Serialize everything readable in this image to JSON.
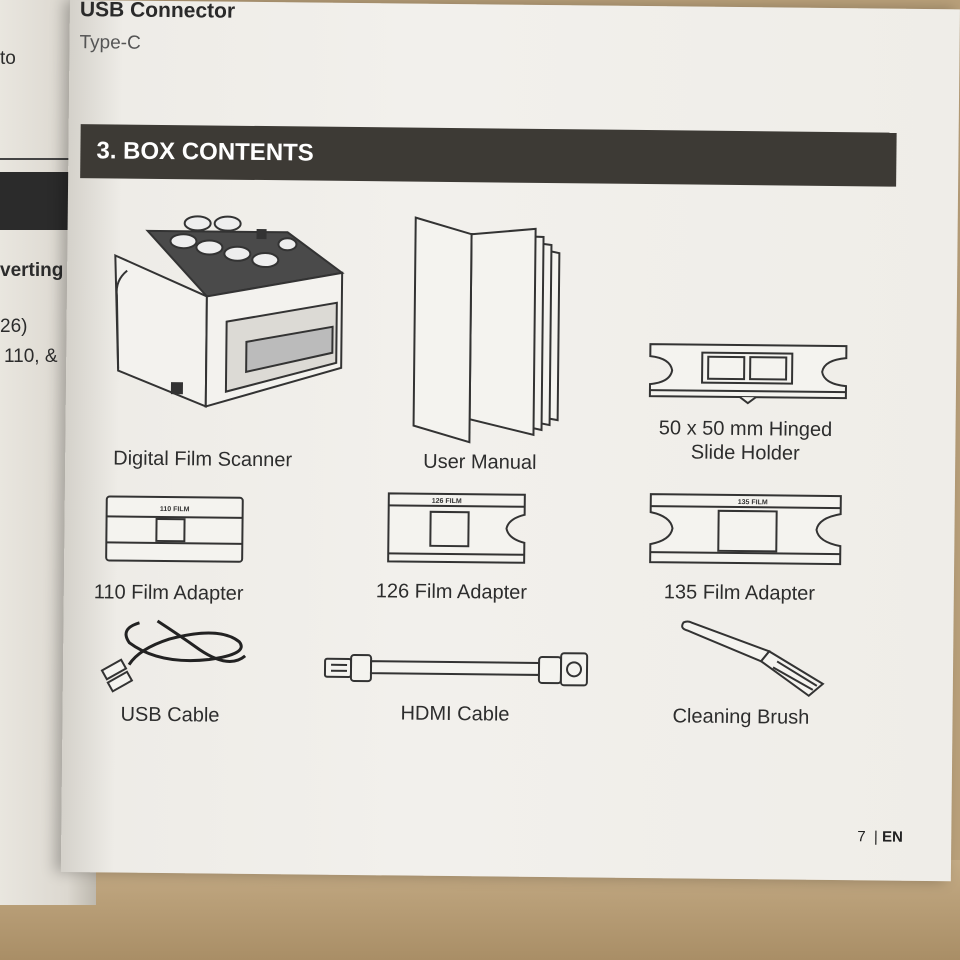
{
  "left_page": {
    "fragments": [
      "to",
      "verting",
      "26)",
      "110, &"
    ]
  },
  "spec": {
    "title": "USB Connector",
    "value": "Type-C"
  },
  "section": {
    "title": "3. BOX CONTENTS"
  },
  "items": [
    {
      "label": "Digital Film Scanner",
      "icon": "film-scanner-icon"
    },
    {
      "label": "User Manual",
      "icon": "manual-icon"
    },
    {
      "label": "50 x 50 mm Hinged\nSlide Holder",
      "icon": "slide-holder-icon"
    },
    {
      "label": "110 Film Adapter",
      "icon": "adapter-110-icon",
      "tag": "110 FILM"
    },
    {
      "label": "126 Film Adapter",
      "icon": "adapter-126-icon",
      "tag": "126 FILM"
    },
    {
      "label": "135 Film Adapter",
      "icon": "adapter-135-icon",
      "tag": "135 FILM"
    },
    {
      "label": "USB Cable",
      "icon": "usb-cable-icon"
    },
    {
      "label": "HDMI Cable",
      "icon": "hdmi-cable-icon"
    },
    {
      "label": "Cleaning Brush",
      "icon": "cleaning-brush-icon"
    }
  ],
  "footer": {
    "page_number": "7",
    "language": "EN"
  }
}
